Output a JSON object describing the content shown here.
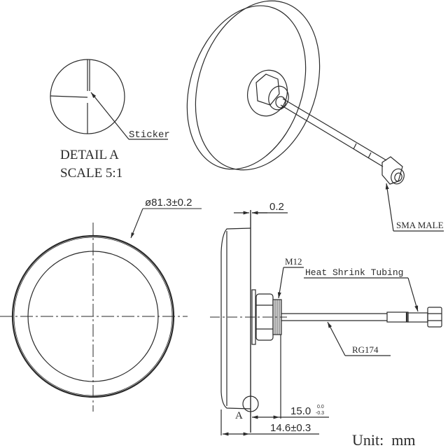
{
  "drawing": {
    "colors": {
      "line": "#2a2a2a",
      "background": "#ffffff"
    },
    "detail": {
      "callout_label": "Sticker",
      "title": "DETAIL A",
      "scale": "SCALE 5:1"
    },
    "isometric": {
      "connector_label": "SMA MALE"
    },
    "front_view": {
      "diameter_dim": "ø81.3±0.2"
    },
    "side_view": {
      "offset_dim": "0.2",
      "thread_label": "M12",
      "tubing_label": "Heat Shrink Tubing",
      "cable_label": "RG174",
      "detail_ref": "A",
      "height_dim_main": "15.0",
      "height_dim_tol_upper": "0.0",
      "height_dim_tol_lower": "-0.3",
      "body_dim": "14.6±0.3"
    },
    "unit_note": "Unit:  mm"
  }
}
